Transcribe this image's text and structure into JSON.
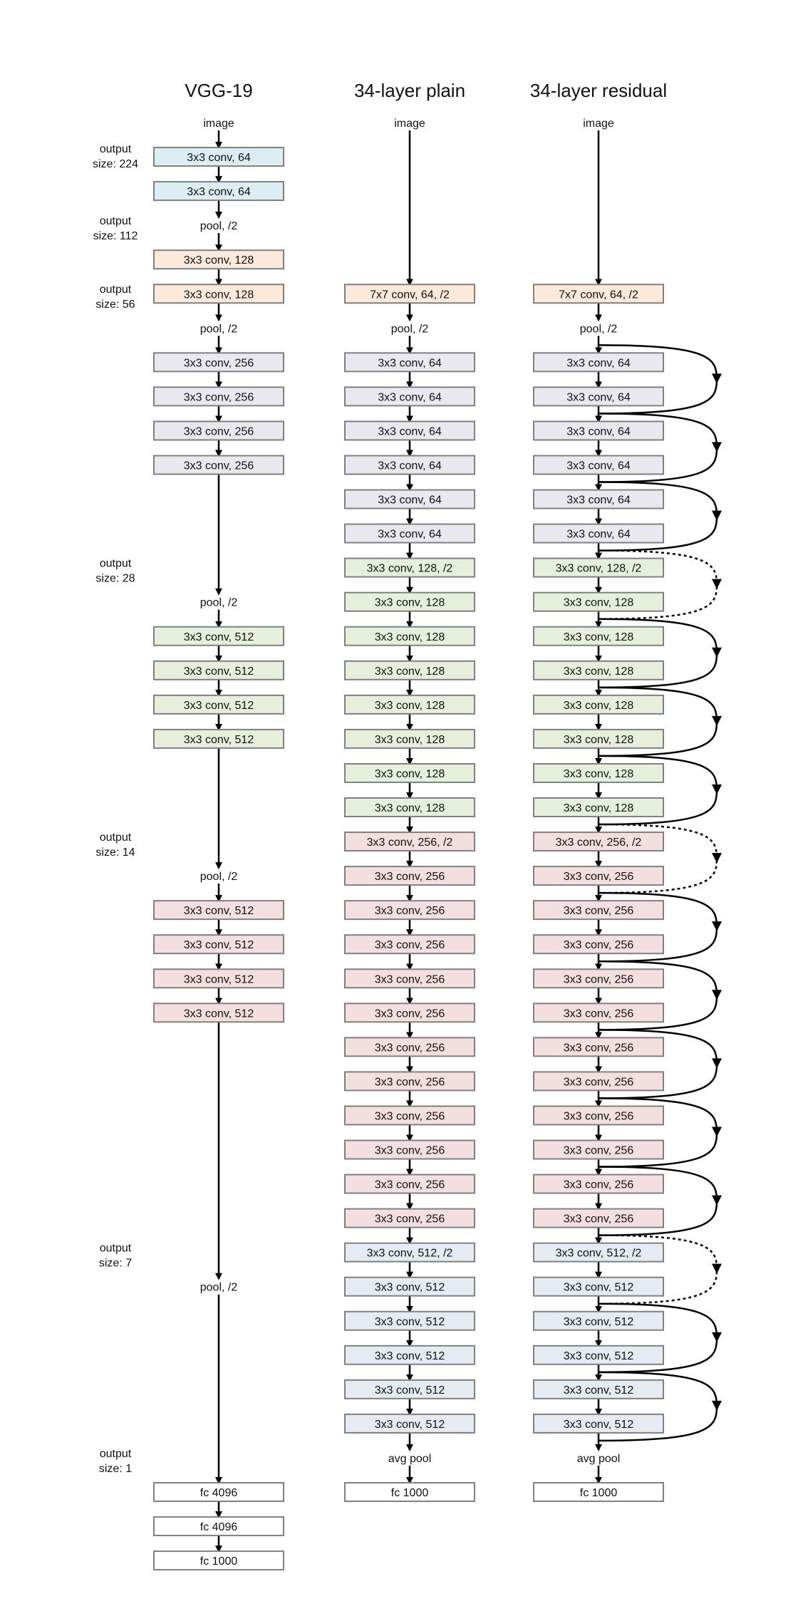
{
  "columns": [
    {
      "key": "vgg",
      "title": "VGG-19"
    },
    {
      "key": "plain",
      "title": "34-layer plain"
    },
    {
      "key": "res",
      "title": "34-layer residual"
    }
  ],
  "output_sizes": [
    {
      "line1": "output",
      "line2": "size: 224",
      "row": 1
    },
    {
      "line1": "output",
      "line2": "size: 112",
      "row": 3.1
    },
    {
      "line1": "output",
      "line2": "size: 56",
      "row": 5.1
    },
    {
      "line1": "output",
      "line2": "size: 28",
      "row": 13.1
    },
    {
      "line1": "output",
      "line2": "size: 14",
      "row": 21.1
    },
    {
      "line1": "output",
      "line2": "size: 7",
      "row": 33.1
    },
    {
      "line1": "output",
      "line2": "size: 1",
      "row": 39.1
    }
  ],
  "colors": {
    "blue": "#dceef3",
    "orange": "#fbe9dc",
    "lavender": "#e9e7ef",
    "green": "#e6efdc",
    "pink": "#f3dfdf",
    "lightblue": "#e4ebf3",
    "white": "#ffffff",
    "border": "#808080",
    "arrow": "#000000"
  },
  "vgg": [
    {
      "row": 0,
      "label": "image",
      "type": "text"
    },
    {
      "row": 1,
      "label": "3x3 conv, 64",
      "type": "box",
      "color": "blue"
    },
    {
      "row": 2,
      "label": "3x3 conv, 64",
      "type": "box",
      "color": "blue"
    },
    {
      "row": 3,
      "label": "pool, /2",
      "type": "text"
    },
    {
      "row": 4,
      "label": "3x3 conv, 128",
      "type": "box",
      "color": "orange"
    },
    {
      "row": 5,
      "label": "3x3 conv, 128",
      "type": "box",
      "color": "orange"
    },
    {
      "row": 6,
      "label": "pool, /2",
      "type": "text"
    },
    {
      "row": 7,
      "label": "3x3 conv, 256",
      "type": "box",
      "color": "lavender"
    },
    {
      "row": 8,
      "label": "3x3 conv, 256",
      "type": "box",
      "color": "lavender"
    },
    {
      "row": 9,
      "label": "3x3 conv, 256",
      "type": "box",
      "color": "lavender"
    },
    {
      "row": 10,
      "label": "3x3 conv, 256",
      "type": "box",
      "color": "lavender"
    },
    {
      "row": 14,
      "label": "pool, /2",
      "type": "text"
    },
    {
      "row": 15,
      "label": "3x3 conv, 512",
      "type": "box",
      "color": "green"
    },
    {
      "row": 16,
      "label": "3x3 conv, 512",
      "type": "box",
      "color": "green"
    },
    {
      "row": 17,
      "label": "3x3 conv, 512",
      "type": "box",
      "color": "green"
    },
    {
      "row": 18,
      "label": "3x3 conv, 512",
      "type": "box",
      "color": "green"
    },
    {
      "row": 22,
      "label": "pool, /2",
      "type": "text"
    },
    {
      "row": 23,
      "label": "3x3 conv, 512",
      "type": "box",
      "color": "pink"
    },
    {
      "row": 24,
      "label": "3x3 conv, 512",
      "type": "box",
      "color": "pink"
    },
    {
      "row": 25,
      "label": "3x3 conv, 512",
      "type": "box",
      "color": "pink"
    },
    {
      "row": 26,
      "label": "3x3 conv, 512",
      "type": "box",
      "color": "pink"
    },
    {
      "row": 34,
      "label": "pool, /2",
      "type": "text"
    },
    {
      "row": 40,
      "label": "fc 4096",
      "type": "box",
      "color": "white"
    },
    {
      "row": 41,
      "label": "fc 4096",
      "type": "box",
      "color": "white"
    },
    {
      "row": 42,
      "label": "fc 1000",
      "type": "box",
      "color": "white"
    }
  ],
  "plain": [
    {
      "row": 0,
      "label": "image",
      "type": "text"
    },
    {
      "row": 5,
      "label": "7x7 conv, 64, /2",
      "type": "box",
      "color": "orange"
    },
    {
      "row": 6,
      "label": "pool, /2",
      "type": "text"
    },
    {
      "row": 7,
      "label": "3x3 conv, 64",
      "type": "box",
      "color": "lavender"
    },
    {
      "row": 8,
      "label": "3x3 conv, 64",
      "type": "box",
      "color": "lavender"
    },
    {
      "row": 9,
      "label": "3x3 conv, 64",
      "type": "box",
      "color": "lavender"
    },
    {
      "row": 10,
      "label": "3x3 conv, 64",
      "type": "box",
      "color": "lavender"
    },
    {
      "row": 11,
      "label": "3x3 conv, 64",
      "type": "box",
      "color": "lavender"
    },
    {
      "row": 12,
      "label": "3x3 conv, 64",
      "type": "box",
      "color": "lavender"
    },
    {
      "row": 13,
      "label": "3x3 conv, 128, /2",
      "type": "box",
      "color": "green"
    },
    {
      "row": 14,
      "label": "3x3 conv, 128",
      "type": "box",
      "color": "green"
    },
    {
      "row": 15,
      "label": "3x3 conv, 128",
      "type": "box",
      "color": "green"
    },
    {
      "row": 16,
      "label": "3x3 conv, 128",
      "type": "box",
      "color": "green"
    },
    {
      "row": 17,
      "label": "3x3 conv, 128",
      "type": "box",
      "color": "green"
    },
    {
      "row": 18,
      "label": "3x3 conv, 128",
      "type": "box",
      "color": "green"
    },
    {
      "row": 19,
      "label": "3x3 conv, 128",
      "type": "box",
      "color": "green"
    },
    {
      "row": 20,
      "label": "3x3 conv, 128",
      "type": "box",
      "color": "green"
    },
    {
      "row": 21,
      "label": "3x3 conv, 256, /2",
      "type": "box",
      "color": "pink"
    },
    {
      "row": 22,
      "label": "3x3 conv, 256",
      "type": "box",
      "color": "pink"
    },
    {
      "row": 23,
      "label": "3x3 conv, 256",
      "type": "box",
      "color": "pink"
    },
    {
      "row": 24,
      "label": "3x3 conv, 256",
      "type": "box",
      "color": "pink"
    },
    {
      "row": 25,
      "label": "3x3 conv, 256",
      "type": "box",
      "color": "pink"
    },
    {
      "row": 26,
      "label": "3x3 conv, 256",
      "type": "box",
      "color": "pink"
    },
    {
      "row": 27,
      "label": "3x3 conv, 256",
      "type": "box",
      "color": "pink"
    },
    {
      "row": 28,
      "label": "3x3 conv, 256",
      "type": "box",
      "color": "pink"
    },
    {
      "row": 29,
      "label": "3x3 conv, 256",
      "type": "box",
      "color": "pink"
    },
    {
      "row": 30,
      "label": "3x3 conv, 256",
      "type": "box",
      "color": "pink"
    },
    {
      "row": 31,
      "label": "3x3 conv, 256",
      "type": "box",
      "color": "pink"
    },
    {
      "row": 32,
      "label": "3x3 conv, 256",
      "type": "box",
      "color": "pink"
    },
    {
      "row": 33,
      "label": "3x3 conv, 512, /2",
      "type": "box",
      "color": "lightblue"
    },
    {
      "row": 34,
      "label": "3x3 conv, 512",
      "type": "box",
      "color": "lightblue"
    },
    {
      "row": 35,
      "label": "3x3 conv, 512",
      "type": "box",
      "color": "lightblue"
    },
    {
      "row": 36,
      "label": "3x3 conv, 512",
      "type": "box",
      "color": "lightblue"
    },
    {
      "row": 37,
      "label": "3x3 conv, 512",
      "type": "box",
      "color": "lightblue"
    },
    {
      "row": 38,
      "label": "3x3 conv, 512",
      "type": "box",
      "color": "lightblue"
    },
    {
      "row": 39,
      "label": "avg pool",
      "type": "text"
    },
    {
      "row": 40,
      "label": "fc 1000",
      "type": "box",
      "color": "white"
    }
  ],
  "res": [
    {
      "row": 0,
      "label": "image",
      "type": "text"
    },
    {
      "row": 5,
      "label": "7x7 conv, 64, /2",
      "type": "box",
      "color": "orange"
    },
    {
      "row": 6,
      "label": "pool, /2",
      "type": "text"
    },
    {
      "row": 7,
      "label": "3x3 conv, 64",
      "type": "box",
      "color": "lavender"
    },
    {
      "row": 8,
      "label": "3x3 conv, 64",
      "type": "box",
      "color": "lavender"
    },
    {
      "row": 9,
      "label": "3x3 conv, 64",
      "type": "box",
      "color": "lavender"
    },
    {
      "row": 10,
      "label": "3x3 conv, 64",
      "type": "box",
      "color": "lavender"
    },
    {
      "row": 11,
      "label": "3x3 conv, 64",
      "type": "box",
      "color": "lavender"
    },
    {
      "row": 12,
      "label": "3x3 conv, 64",
      "type": "box",
      "color": "lavender"
    },
    {
      "row": 13,
      "label": "3x3 conv, 128, /2",
      "type": "box",
      "color": "green"
    },
    {
      "row": 14,
      "label": "3x3 conv, 128",
      "type": "box",
      "color": "green"
    },
    {
      "row": 15,
      "label": "3x3 conv, 128",
      "type": "box",
      "color": "green"
    },
    {
      "row": 16,
      "label": "3x3 conv, 128",
      "type": "box",
      "color": "green"
    },
    {
      "row": 17,
      "label": "3x3 conv, 128",
      "type": "box",
      "color": "green"
    },
    {
      "row": 18,
      "label": "3x3 conv, 128",
      "type": "box",
      "color": "green"
    },
    {
      "row": 19,
      "label": "3x3 conv, 128",
      "type": "box",
      "color": "green"
    },
    {
      "row": 20,
      "label": "3x3 conv, 128",
      "type": "box",
      "color": "green"
    },
    {
      "row": 21,
      "label": "3x3 conv, 256, /2",
      "type": "box",
      "color": "pink"
    },
    {
      "row": 22,
      "label": "3x3 conv, 256",
      "type": "box",
      "color": "pink"
    },
    {
      "row": 23,
      "label": "3x3 conv, 256",
      "type": "box",
      "color": "pink"
    },
    {
      "row": 24,
      "label": "3x3 conv, 256",
      "type": "box",
      "color": "pink"
    },
    {
      "row": 25,
      "label": "3x3 conv, 256",
      "type": "box",
      "color": "pink"
    },
    {
      "row": 26,
      "label": "3x3 conv, 256",
      "type": "box",
      "color": "pink"
    },
    {
      "row": 27,
      "label": "3x3 conv, 256",
      "type": "box",
      "color": "pink"
    },
    {
      "row": 28,
      "label": "3x3 conv, 256",
      "type": "box",
      "color": "pink"
    },
    {
      "row": 29,
      "label": "3x3 conv, 256",
      "type": "box",
      "color": "pink"
    },
    {
      "row": 30,
      "label": "3x3 conv, 256",
      "type": "box",
      "color": "pink"
    },
    {
      "row": 31,
      "label": "3x3 conv, 256",
      "type": "box",
      "color": "pink"
    },
    {
      "row": 32,
      "label": "3x3 conv, 256",
      "type": "box",
      "color": "pink"
    },
    {
      "row": 33,
      "label": "3x3 conv, 512, /2",
      "type": "box",
      "color": "lightblue"
    },
    {
      "row": 34,
      "label": "3x3 conv, 512",
      "type": "box",
      "color": "lightblue"
    },
    {
      "row": 35,
      "label": "3x3 conv, 512",
      "type": "box",
      "color": "lightblue"
    },
    {
      "row": 36,
      "label": "3x3 conv, 512",
      "type": "box",
      "color": "lightblue"
    },
    {
      "row": 37,
      "label": "3x3 conv, 512",
      "type": "box",
      "color": "lightblue"
    },
    {
      "row": 38,
      "label": "3x3 conv, 512",
      "type": "box",
      "color": "lightblue"
    },
    {
      "row": 39,
      "label": "avg pool",
      "type": "text"
    },
    {
      "row": 40,
      "label": "fc 1000",
      "type": "box",
      "color": "white"
    }
  ],
  "shortcuts": [
    {
      "from": 6,
      "to": 8,
      "kind": "identity"
    },
    {
      "from": 8,
      "to": 10,
      "kind": "identity"
    },
    {
      "from": 10,
      "to": 12,
      "kind": "identity"
    },
    {
      "from": 12,
      "to": 14,
      "kind": "projection"
    },
    {
      "from": 14,
      "to": 16,
      "kind": "identity"
    },
    {
      "from": 16,
      "to": 18,
      "kind": "identity"
    },
    {
      "from": 18,
      "to": 20,
      "kind": "identity"
    },
    {
      "from": 20,
      "to": 22,
      "kind": "projection"
    },
    {
      "from": 22,
      "to": 24,
      "kind": "identity"
    },
    {
      "from": 24,
      "to": 26,
      "kind": "identity"
    },
    {
      "from": 26,
      "to": 28,
      "kind": "identity"
    },
    {
      "from": 28,
      "to": 30,
      "kind": "identity"
    },
    {
      "from": 30,
      "to": 32,
      "kind": "identity"
    },
    {
      "from": 32,
      "to": 34,
      "kind": "projection"
    },
    {
      "from": 34,
      "to": 36,
      "kind": "identity"
    },
    {
      "from": 36,
      "to": 38,
      "kind": "identity"
    }
  ]
}
